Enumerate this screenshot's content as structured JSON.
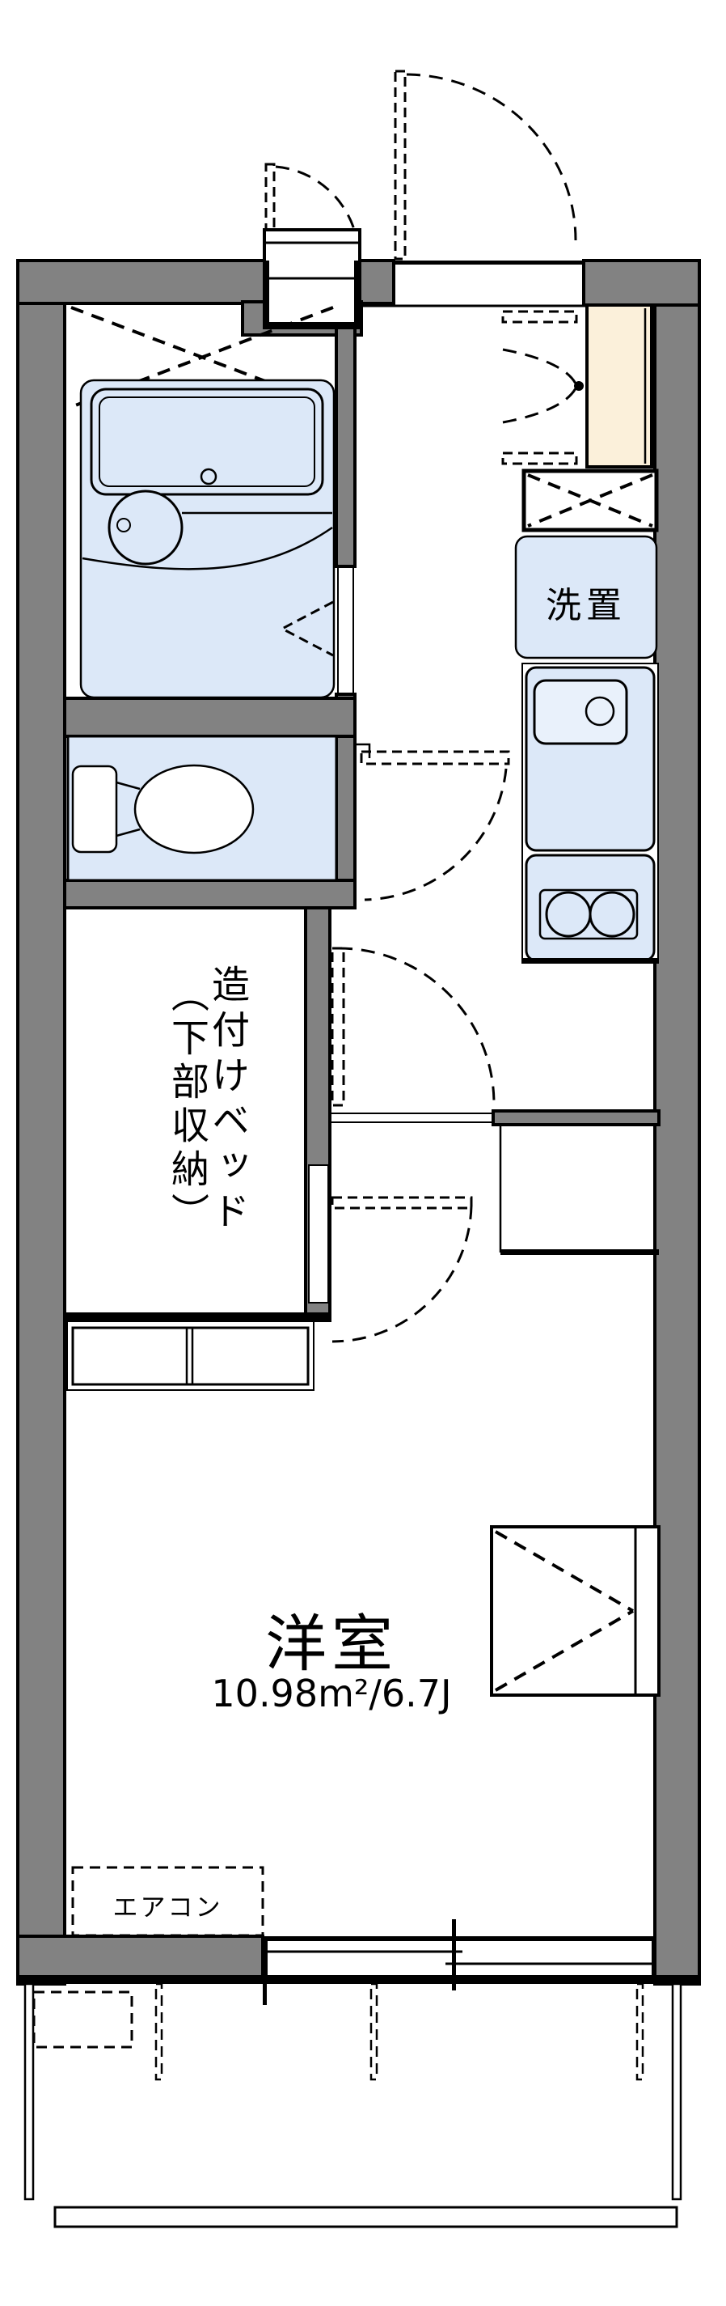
{
  "title": "apartment-floor-plan",
  "colors": {
    "wall": "#828282",
    "fixture": "#dce8f8",
    "fixture_light": "#e9f1fb",
    "cabinet": "#fbf0da",
    "line": "#000000",
    "bg": "#ffffff"
  },
  "labels": {
    "washer": "洗置",
    "bed_main": "造付けベッド",
    "bed_sub": "（下部収納）",
    "room_name": "洋室",
    "room_area": "10.98m²/6.7J",
    "aircon": "エアコン"
  },
  "rooms": {
    "western_room": {
      "name": "洋室",
      "area_m2": "10.98",
      "area_jo": "6.7J"
    },
    "bed_storage": {
      "label": "造付けベッド（下部収納）"
    },
    "washer_space": {
      "label": "洗置"
    },
    "aircon_spot": {
      "label": "エアコン"
    }
  }
}
